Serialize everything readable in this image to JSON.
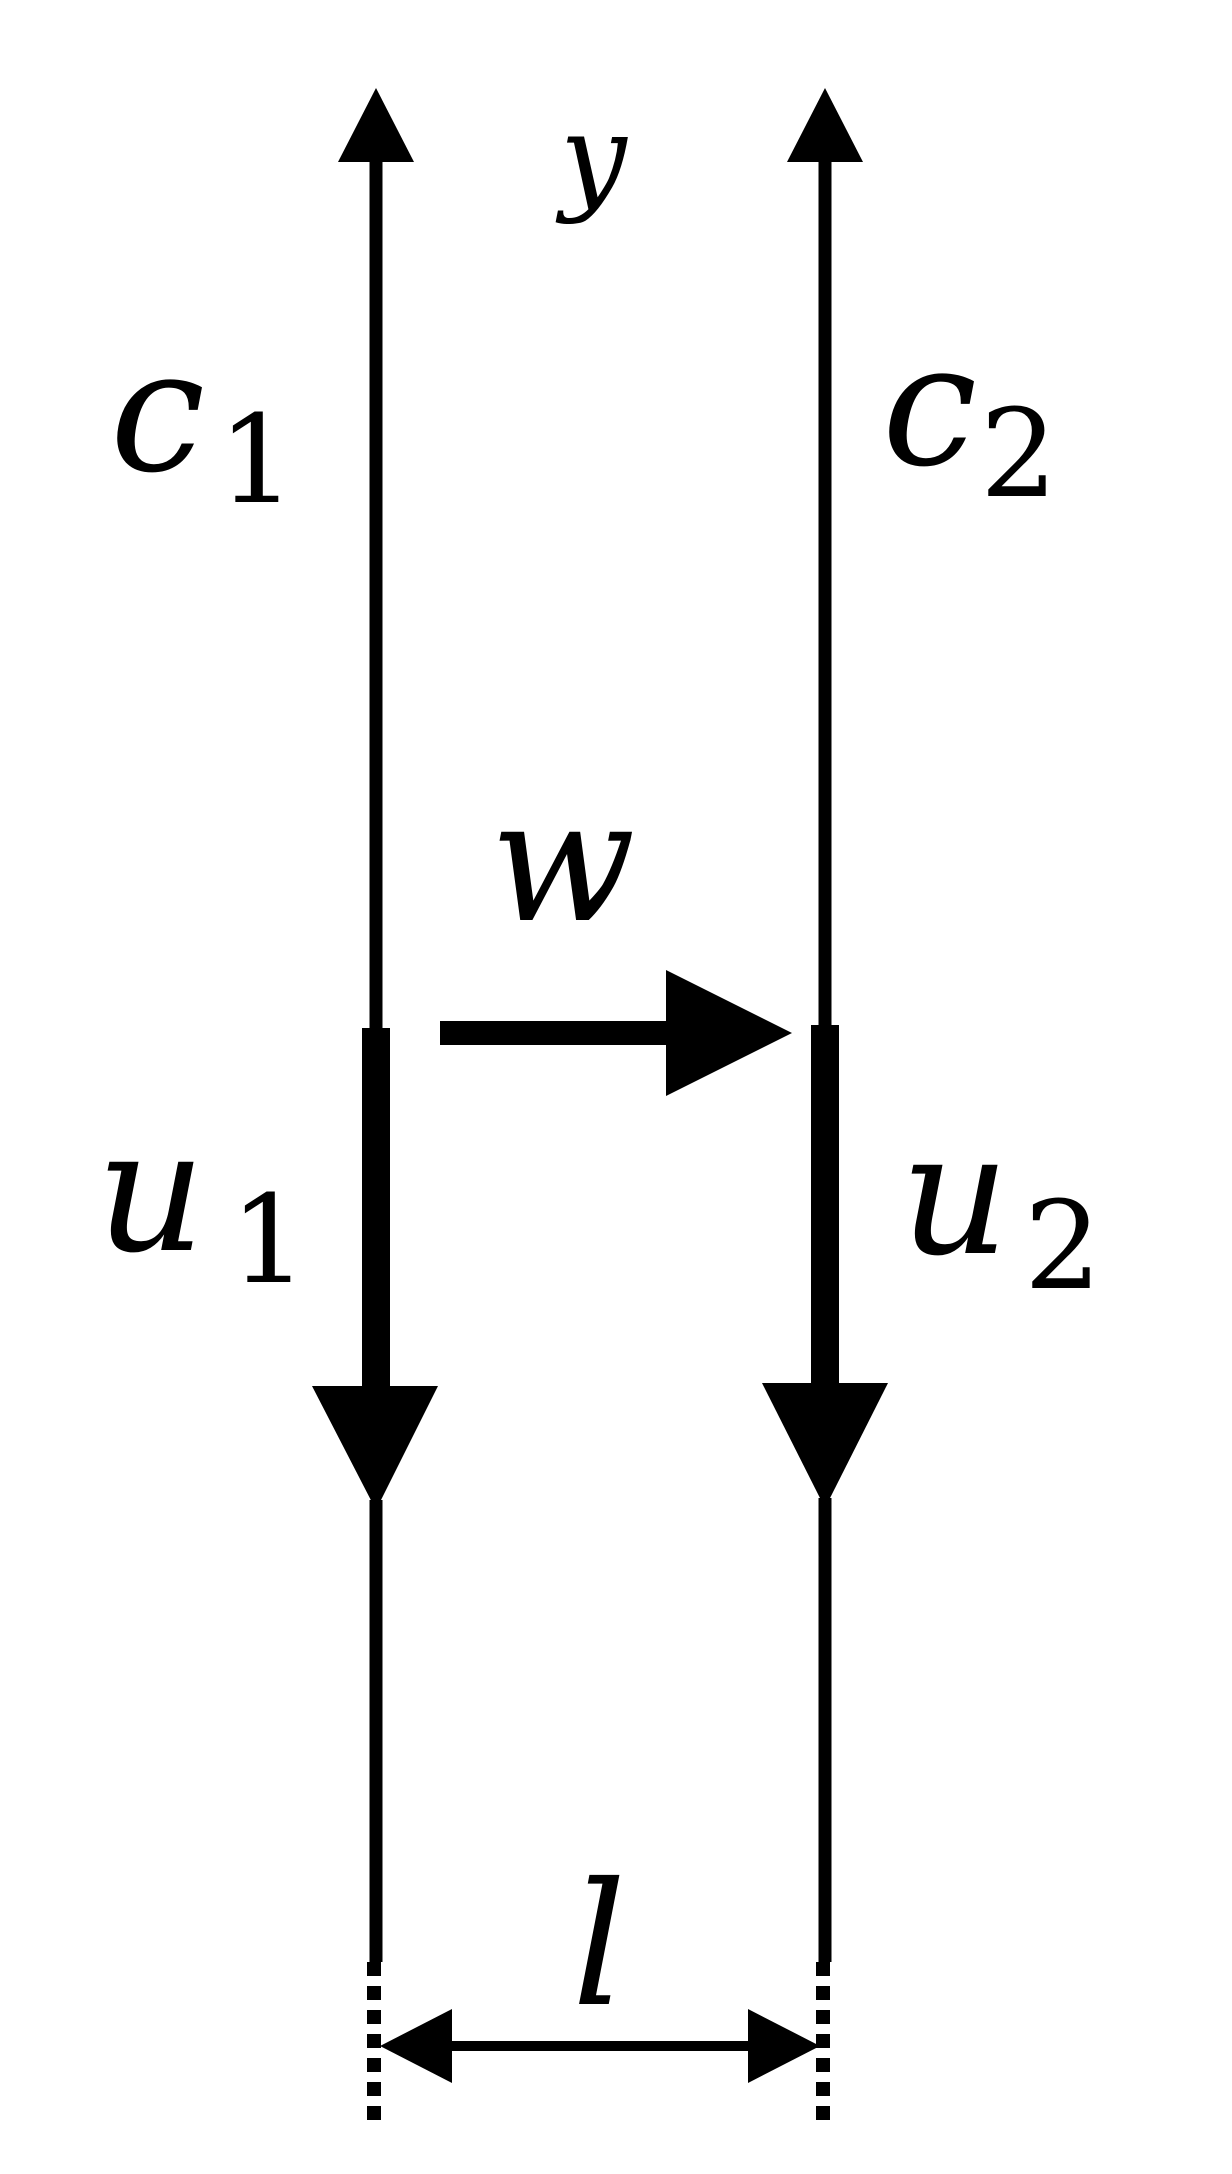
{
  "colors": {
    "ink": "#000000",
    "background": "#ffffff"
  },
  "labels": {
    "y": "y",
    "c1": {
      "base": "c",
      "sub": "1"
    },
    "c2": {
      "base": "c",
      "sub": "2"
    },
    "w": "w",
    "u1": {
      "base": "u",
      "sub": "1"
    },
    "u2": {
      "base": "u",
      "sub": "2"
    },
    "l": "l"
  }
}
